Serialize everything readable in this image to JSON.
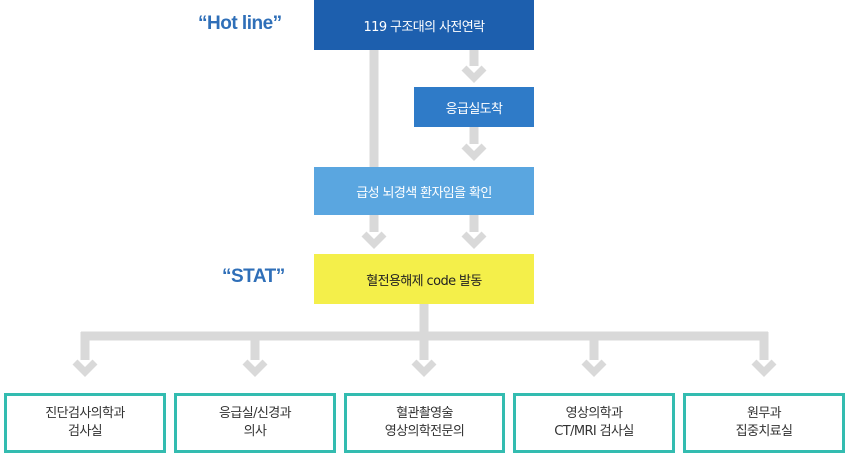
{
  "labels": {
    "hotline": "“Hot line”",
    "stat": "“STAT”"
  },
  "steps": {
    "call": "119 구조대의 사전연락",
    "arrival": "응급실도착",
    "confirm": "급성 뇌경색 환자임을 확인",
    "activate": "혈전용해제 code 발동"
  },
  "departments": [
    {
      "line1": "진단검사의학과",
      "line2": "검사실"
    },
    {
      "line1": "응급실/신경과",
      "line2": "의사"
    },
    {
      "line1": "혈관촬영술",
      "line2": "영상의학전문의"
    },
    {
      "line1": "영상의학과",
      "line2": "CT/MRI 검사실"
    },
    {
      "line1": "원무과",
      "line2": "집중치료실"
    }
  ],
  "colors": {
    "dark_blue": "#1d5fae",
    "mid_blue": "#2f7bc8",
    "light_blue": "#5aa6e0",
    "yellow": "#f4ef4a",
    "teal_border": "#33bcb0",
    "connector_gray": "#d9d9d9",
    "label_blue": "#2f6fb8"
  }
}
